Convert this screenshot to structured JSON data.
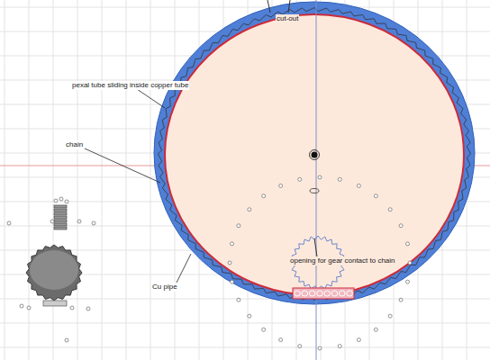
{
  "diagram": {
    "labels": [
      "cut-out",
      "pexal tube sliding inside copper tube",
      "chain",
      "Cu pipe",
      "opening for gear contact to chain"
    ]
  }
}
